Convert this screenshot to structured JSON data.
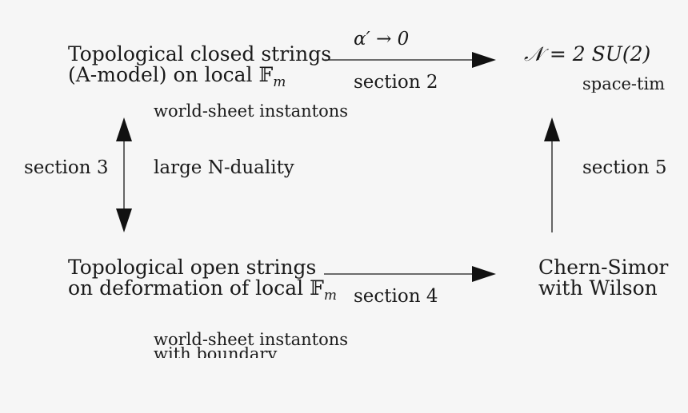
{
  "nodes": {
    "closed_strings": {
      "line1": "Topological closed strings",
      "line2_prefix": "(A-model) on local ",
      "line2_sym": "𝔽",
      "line2_sub": "m"
    },
    "gauge_theory": {
      "line1": "𝒩 = 2 SU(2)",
      "line2": "space-tim"
    },
    "open_strings": {
      "line1": "Topological open strings",
      "line2_prefix": "on deformation of local ",
      "line2_sym": "𝔽",
      "line2_sub": "m"
    },
    "chern_simons": {
      "line1": "Chern-Simor",
      "line2": "with Wilson"
    }
  },
  "edges": {
    "top": {
      "label_above": "α′ → 0",
      "label_below": "section 2"
    },
    "bottom": {
      "label_below": "section 4"
    },
    "left": {
      "label_left": "section 3",
      "label_right_top": "world-sheet instantons",
      "label_right_mid": "large N-duality"
    },
    "right": {
      "label_right": "section 5"
    }
  },
  "notes": {
    "bottom_line1": "world-sheet instantons",
    "bottom_line2": "with boundary"
  }
}
